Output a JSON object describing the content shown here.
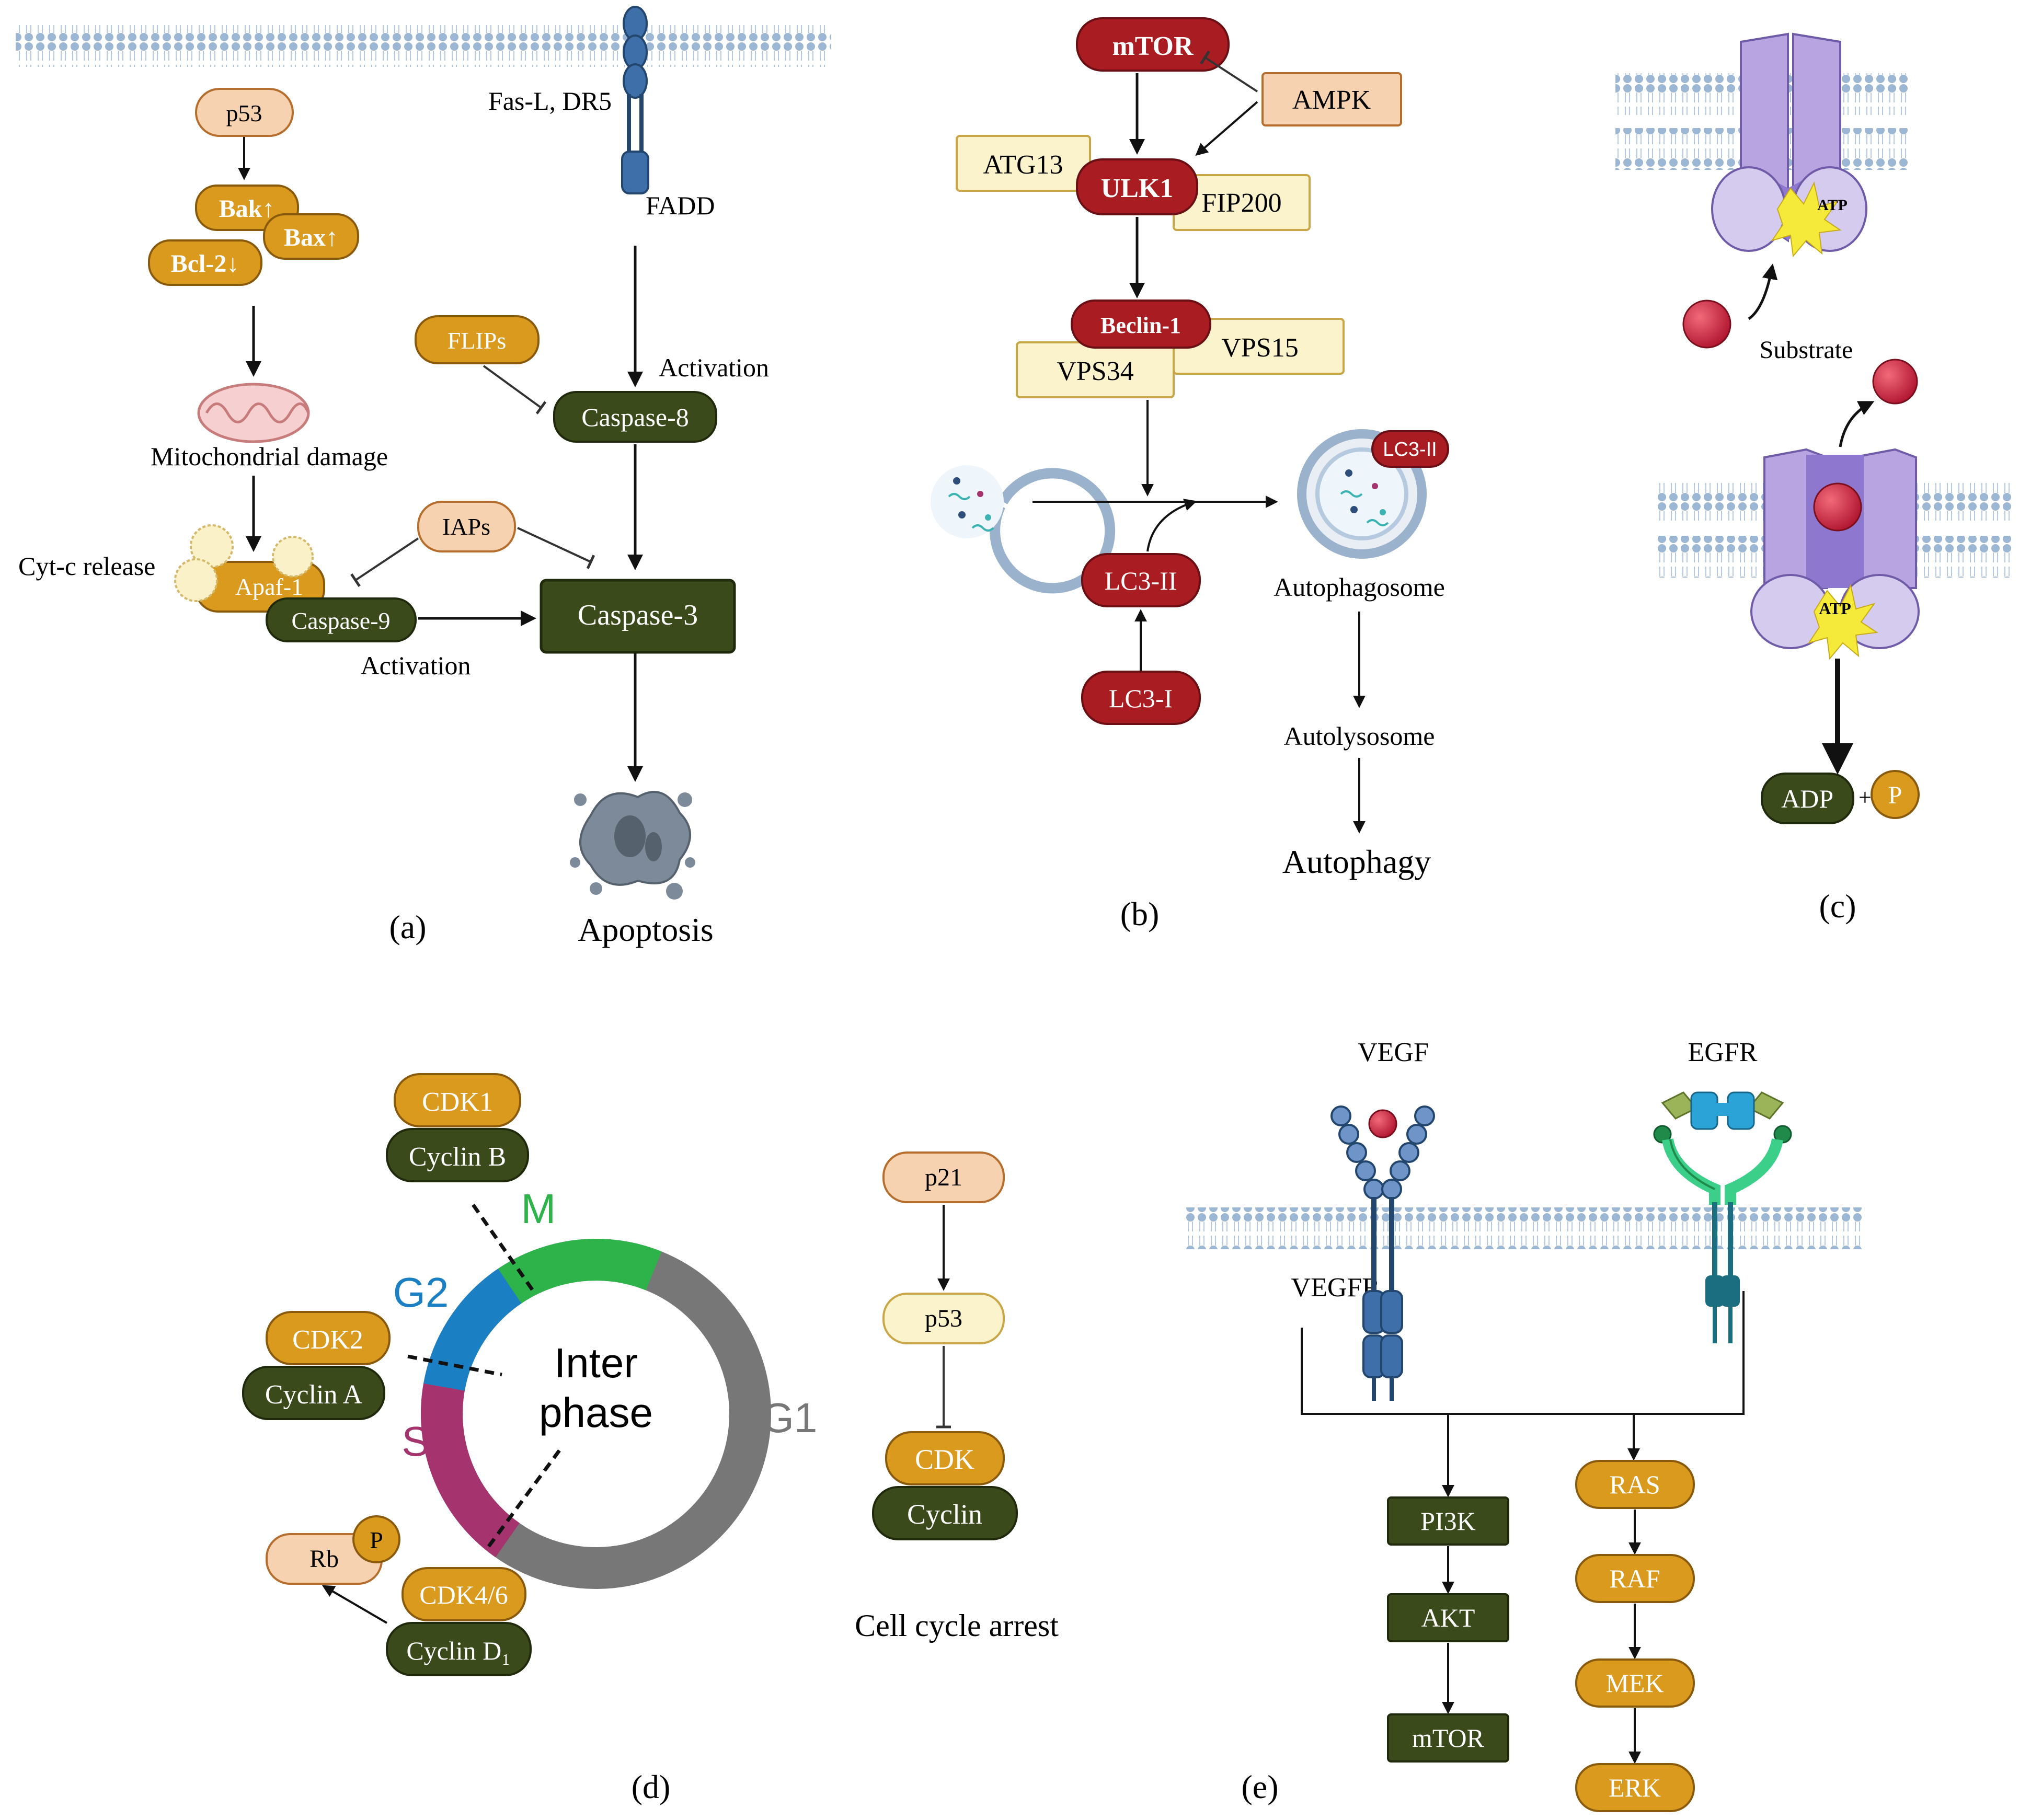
{
  "panels": {
    "a": {
      "label": "(a)",
      "p53": "p53",
      "bak": "Bak↑",
      "bax": "Bax↑",
      "bcl2": "Bcl-2↓",
      "mito_damage": "Mitochondrial damage",
      "cytc_release": "Cyt-c release",
      "apaf1": "Apaf-1",
      "caspase9": "Caspase-9",
      "activation1": "Activation",
      "iaps": "IAPs",
      "fasl_dr5": "Fas-L, DR5",
      "fadd": "FADD",
      "flips": "FLIPs",
      "activation2": "Activation",
      "caspase8": "Caspase-8",
      "caspase3": "Caspase-3",
      "apoptosis": "Apoptosis"
    },
    "b": {
      "label": "(b)",
      "mtor": "mTOR",
      "ampk": "AMPK",
      "atg13": "ATG13",
      "ulk1": "ULK1",
      "fip200": "FIP200",
      "beclin1": "Beclin-1",
      "vps15": "VPS15",
      "vps34": "VPS34",
      "lc3ii_badge": "LC3-II",
      "lc3ii": "LC3-II",
      "lc3i": "LC3-I",
      "autophagosome": "Autophagosome",
      "autolysosome": "Autolysosome",
      "autophagy": "Autophagy"
    },
    "c": {
      "label": "(c)",
      "atp_top": "ATP",
      "substrate": "Substrate",
      "atp_bottom": "ATP",
      "adp": "ADP",
      "plus": "+",
      "p": "P"
    },
    "d": {
      "label": "(d)",
      "cdk1": "CDK1",
      "cyclinb": "Cyclin B",
      "cdk2": "CDK2",
      "cyclina": "Cyclin A",
      "rb": "Rb",
      "rb_p": "P",
      "cdk46": "CDK4/6",
      "cyclind1": "Cyclin D₁",
      "phase_m": "M",
      "phase_g2": "G2",
      "phase_s": "S",
      "phase_g1": "G1",
      "inter": "Inter",
      "phase": "phase",
      "p21": "p21",
      "p53": "p53",
      "cdk": "CDK",
      "cyclin": "Cyclin",
      "arrest": "Cell cycle arrest"
    },
    "e": {
      "label": "(e)",
      "vegf": "VEGF",
      "egfr": "EGFR",
      "vegfr": "VEGFR",
      "pi3k": "PI3K",
      "akt": "AKT",
      "mtor": "mTOR",
      "ras": "RAS",
      "raf": "RAF",
      "mek": "MEK",
      "erk": "ERK"
    }
  },
  "colors": {
    "orange": "#D99A1E",
    "dark_green": "#3A4A1A",
    "dark_red": "#A81C22",
    "peach": "#F7D2B0",
    "cream": "#FBF3CC",
    "phase_m": "#2DB34A",
    "phase_g2": "#1B7FC4",
    "phase_s": "#A5336E",
    "phase_g1": "#777777"
  }
}
